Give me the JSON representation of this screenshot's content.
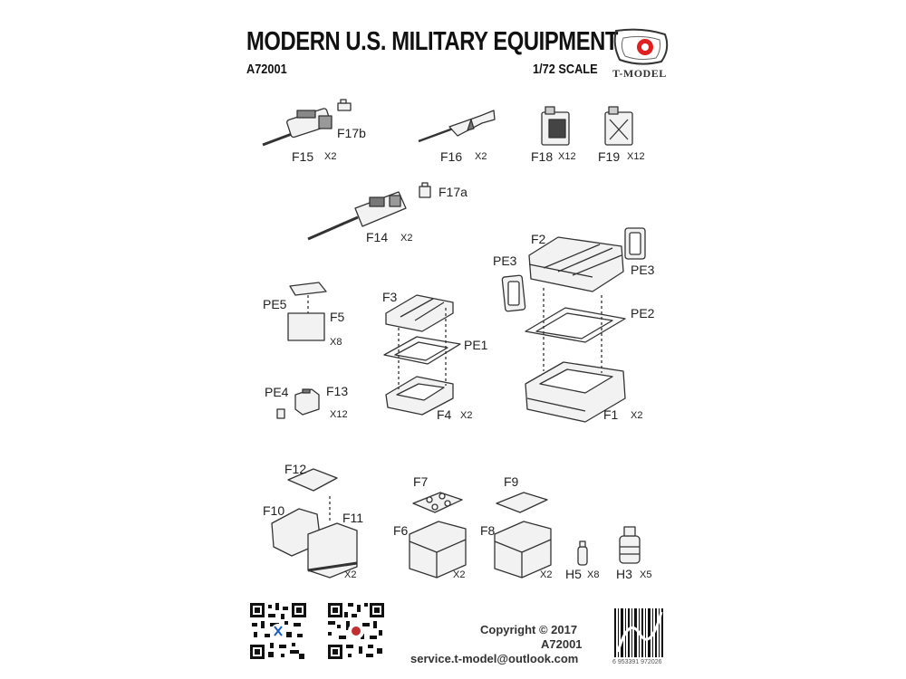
{
  "header": {
    "title": "MODERN U.S. MILITARY EQUIPMENT",
    "code": "A72001",
    "scale": "1/72 SCALE",
    "brand": "T-MODEL",
    "brand_color": "#e02020"
  },
  "parts": {
    "f17b": "F17b",
    "f15": "F15",
    "f15_qty": "X2",
    "f16": "F16",
    "f16_qty": "X2",
    "f18": "F18",
    "f18_qty": "X12",
    "f19": "F19",
    "f19_qty": "X12",
    "f17a": "F17a",
    "f14": "F14",
    "f14_qty": "X2",
    "f2": "F2",
    "pe3_left": "PE3",
    "pe3_right": "PE3",
    "pe2": "PE2",
    "f1": "F1",
    "f1_qty": "X2",
    "pe5": "PE5",
    "f5": "F5",
    "f5_qty": "X8",
    "f3": "F3",
    "pe1": "PE1",
    "f4": "F4",
    "f4_qty": "X2",
    "pe4": "PE4",
    "f13": "F13",
    "f13_qty": "X12",
    "f12": "F12",
    "f10": "F10",
    "f11": "F11",
    "f10_qty": "X2",
    "f7": "F7",
    "f6": "F6",
    "f6_qty": "X2",
    "f9": "F9",
    "f8": "F8",
    "f8_qty": "X2",
    "h5": "H5",
    "h5_qty": "X8",
    "h3": "H3",
    "h3_qty": "X5"
  },
  "footer": {
    "copyright": "Copyright © 2017",
    "code": "A72001",
    "email": "service.t-model@outlook.com",
    "barcode_number": "6 953391 972026"
  }
}
